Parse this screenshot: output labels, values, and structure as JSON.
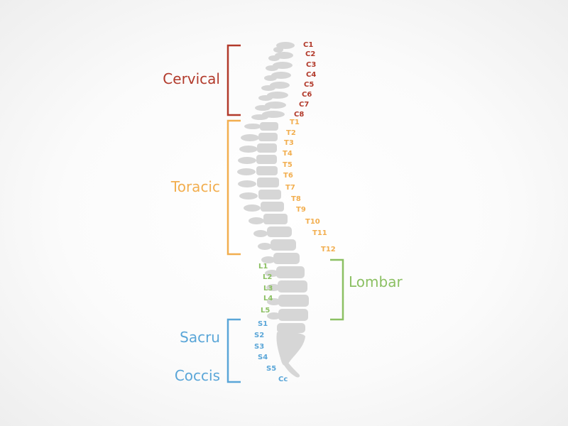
{
  "colors": {
    "cervical": "#b23a2b",
    "thoracic": "#f2ae4f",
    "lumbar": "#8cc063",
    "sacral": "#5aa6d8",
    "bone": "#d6d6d6"
  },
  "regions": {
    "cervical": {
      "label": "Cervical",
      "color": "#b23a2b"
    },
    "thoracic": {
      "label": "Toracic",
      "color": "#f2ae4f"
    },
    "lumbar": {
      "label": "Lombar",
      "color": "#8cc063"
    },
    "sacral": {
      "label": "Sacru",
      "color": "#5aa6d8"
    },
    "coccyx": {
      "label": "Coccis",
      "color": "#5aa6d8"
    }
  },
  "vertebrae": {
    "cervical": [
      "C1",
      "C2",
      "C3",
      "C4",
      "C5",
      "C6",
      "C7",
      "C8"
    ],
    "thoracic": [
      "T1",
      "T2",
      "T3",
      "T4",
      "T5",
      "T6",
      "T7",
      "T8",
      "T9",
      "T10",
      "T11",
      "T12"
    ],
    "lumbar": [
      "L1",
      "L2",
      "L3",
      "L4",
      "L5"
    ],
    "sacral": [
      "S1",
      "S2",
      "S3",
      "S4",
      "S5",
      "Cc"
    ]
  }
}
